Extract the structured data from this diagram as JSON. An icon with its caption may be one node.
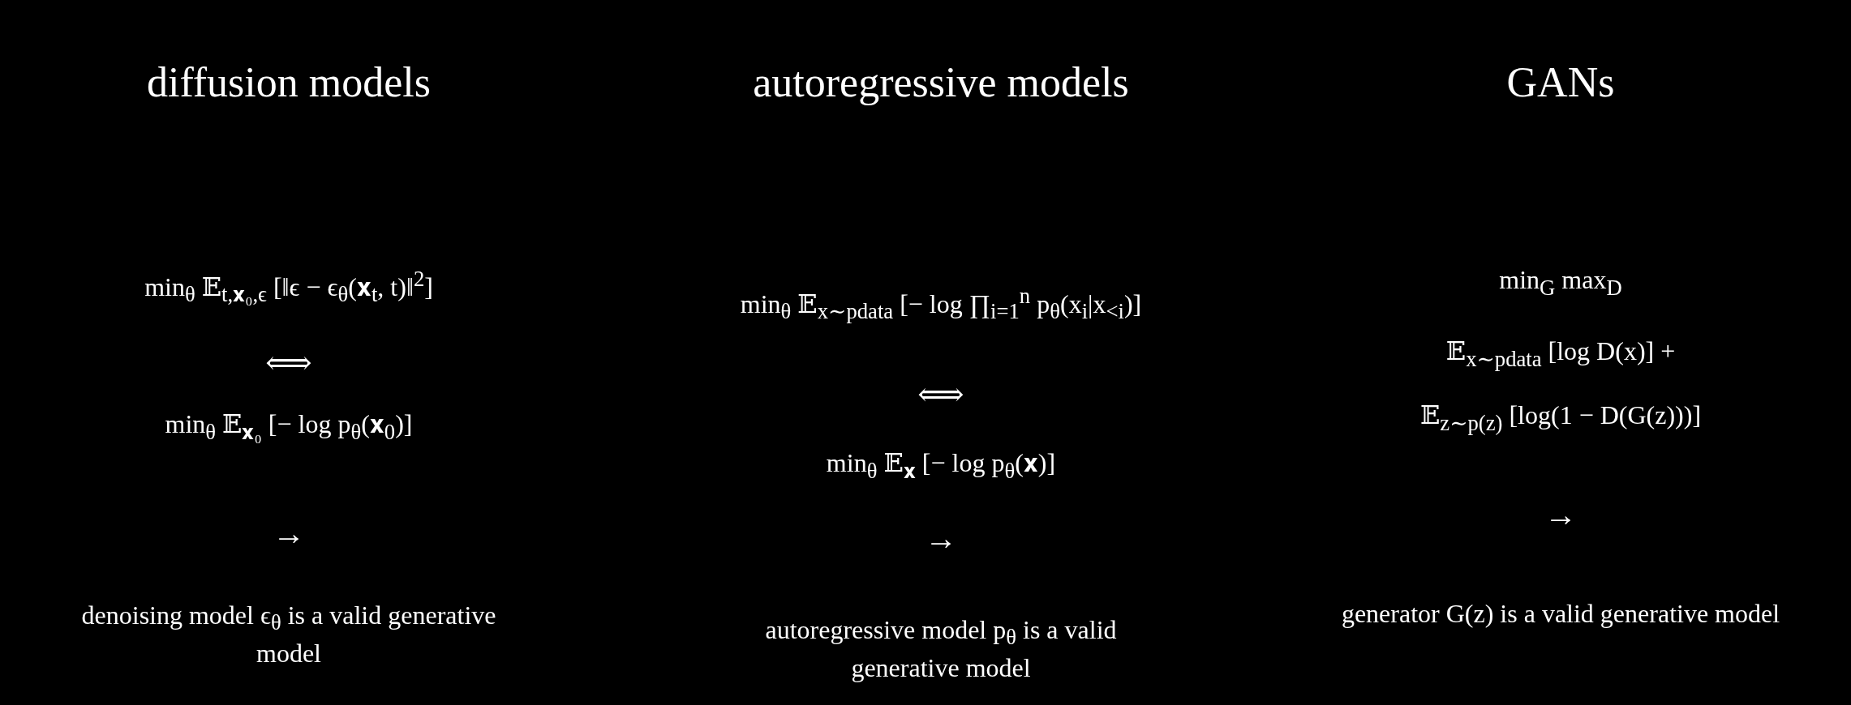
{
  "diagram": {
    "labels": [
      "diffusion models",
      "autoregressive models",
      "GANs",
      "min$_{θ}$  𝔼$_{t,𝐱₀,ϵ}$ [‖ϵ − ϵ$_{θ}$(𝐱$_{t}$, t)‖$^{2}$]",
      "⟺",
      "min$_{θ}$  𝔼$_{𝐱₀}$ [− log p$_{θ}$(𝐱$_{0}$)]",
      "→",
      "denoising model ϵ$_{θ}$ is a valid generative model",
      "min$_{θ}$  𝔼$_{x∼p}$$_{data}$ [− log ∏$_{i=1}$$^{n}$ p$_{θ}$(x$_{i}$|x$_{<i}$)]",
      "⟺",
      "min$_{θ}$  𝔼$_{𝐱}$ [− log p$_{θ}$(𝐱)]",
      "→",
      "autoregressive model p$_{θ}$ is a valid generative model",
      "min$_{G}$ max$_{D}$",
      "𝔼$_{x∼p}$$_{data}$ [log D(x)] +",
      "𝔼$_{z∼p(z)}$ [log(1 − D(G(z)))]",
      "→",
      "generator G(z) is a valid generative model"
    ]
  }
}
